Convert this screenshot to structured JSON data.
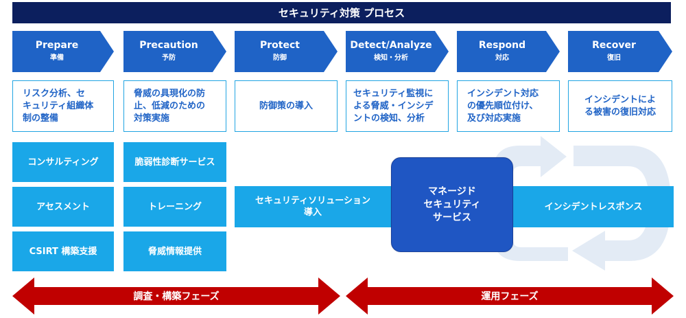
{
  "header": {
    "title": "セキュリティ対策 プロセス"
  },
  "phases": [
    {
      "en": "Prepare",
      "ja": "準備"
    },
    {
      "en": "Precaution",
      "ja": "予防"
    },
    {
      "en": "Protect",
      "ja": "防御"
    },
    {
      "en": "Detect/Analyze",
      "ja": "検知・分析"
    },
    {
      "en": "Respond",
      "ja": "対応"
    },
    {
      "en": "Recover",
      "ja": "復旧"
    }
  ],
  "descriptions": [
    {
      "lines": [
        "リスク分析、セ",
        "キュリティ組織体",
        "制の整備"
      ]
    },
    {
      "lines": [
        "脅威の具現化の防",
        "止、低減のための",
        "対策実施"
      ]
    },
    {
      "lines": [
        "防御策の導入"
      ]
    },
    {
      "lines": [
        "セキュリティ監視に",
        "よる脅威・インシデ",
        "ントの検知、分析"
      ]
    },
    {
      "lines": [
        "インシデント対応",
        "の優先順位付け、",
        "及び対応実施"
      ]
    },
    {
      "lines": [
        "インシデントによ",
        "る被害の復旧対応"
      ]
    }
  ],
  "services": {
    "prepare": [
      "コンサルティング",
      "アセスメント",
      "CSIRT 構築支援"
    ],
    "precaution": [
      "脆弱性診断サービス",
      "トレーニング",
      "脅威情報提供"
    ],
    "solution": [
      "セキュリティソリューション",
      "導入"
    ],
    "managed": [
      "マネージド",
      "セキュリティ",
      "サービス"
    ],
    "incident_response": "インシデントレスポンス"
  },
  "bottom_phases": {
    "left": "調査・構築フェーズ",
    "right": "運用フェーズ"
  },
  "colors": {
    "title_bg": "#0c1f5e",
    "chevron": "#1f63c6",
    "service": "#1aa7e8",
    "managed": "#1f56c3",
    "desc_border": "#20a4e2",
    "phase_arrow": "#c00000",
    "cycle": "#e3ebf5"
  }
}
